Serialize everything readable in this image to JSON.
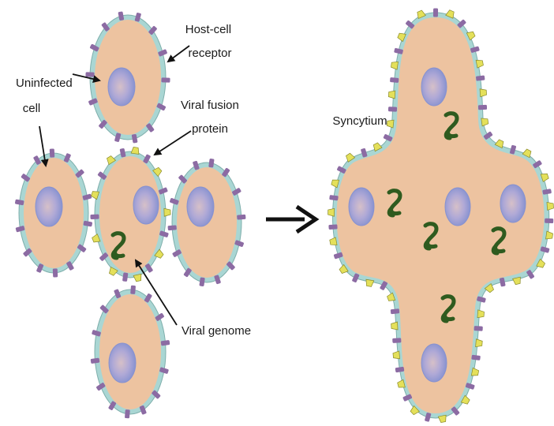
{
  "labels": {
    "host_cell_receptor": [
      "Host-cell",
      "receptor"
    ],
    "uninfected_cell": [
      "Uninfected",
      "cell"
    ],
    "viral_fusion_protein": [
      "Viral fusion",
      "protein"
    ],
    "viral_genome": "Viral genome",
    "syncytium": "Syncytium"
  },
  "colors": {
    "cytoplasm": "#EDC3A0",
    "membrane": "#A9D6D3",
    "membrane_edge": "#7FAFAC",
    "nucleus_center": "#C9B8D8",
    "nucleus_edge": "#8E98D2",
    "receptor": "#8C6BA3",
    "fusion_protein": "#E4E05A",
    "genome": "#2F5B1F",
    "arrow": "#111111"
  },
  "icons": {
    "receptor": "receptor-icon",
    "fusion_protein": "fusion-protein-icon",
    "genome": "viral-genome-icon",
    "nucleus": "nucleus-icon",
    "process_arrow": "arrow-right-icon"
  }
}
